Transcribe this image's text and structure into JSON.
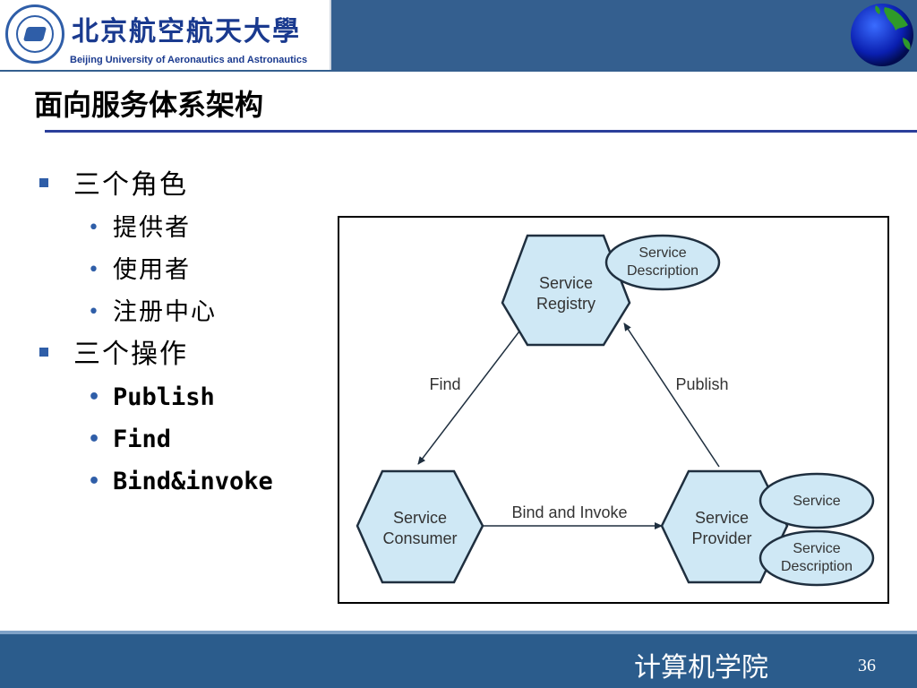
{
  "header": {
    "university_cn": "北京航空航天大學",
    "university_en": "Beijing University of Aeronautics and Astronautics"
  },
  "title": "面向服务体系架构",
  "bullets": [
    {
      "label": "三个角色",
      "items": [
        "提供者",
        "使用者",
        "注册中心"
      ]
    },
    {
      "label": "三个操作",
      "items": [
        "Publish",
        "Find",
        "Bind&invoke"
      ]
    }
  ],
  "diagram": {
    "registry": [
      "Service",
      "Registry"
    ],
    "consumer": [
      "Service",
      "Consumer"
    ],
    "provider": [
      "Service",
      "Provider"
    ],
    "registry_desc": [
      "Service",
      "Description"
    ],
    "provider_service": "Service",
    "provider_desc": [
      "Service",
      "Description"
    ],
    "find": "Find",
    "publish": "Publish",
    "bind": "Bind and Invoke",
    "colors": {
      "hex_fill": "#cfe8f5",
      "stroke": "#1f2f3f"
    }
  },
  "footer": {
    "label": "计算机学院",
    "page": "36"
  }
}
